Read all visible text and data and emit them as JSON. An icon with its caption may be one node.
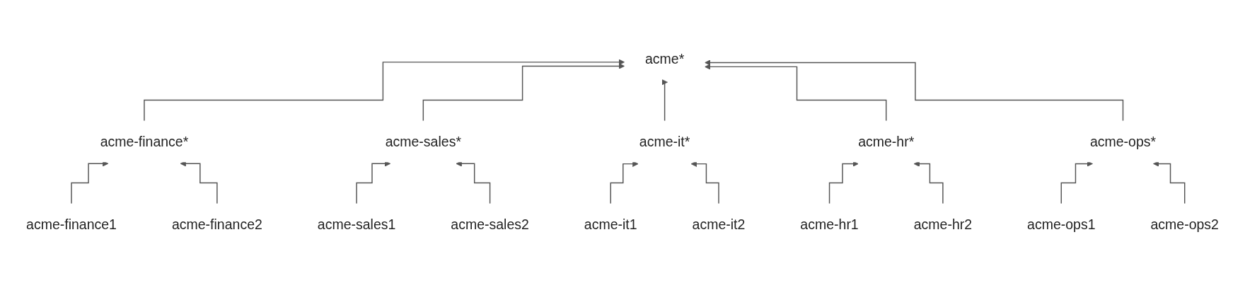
{
  "diagram": {
    "nodes": [
      {
        "text": [
          "acme*"
        ]
      },
      {
        "text": [
          "acme-finance*"
        ]
      },
      {
        "text": [
          "acme-sales*"
        ]
      },
      {
        "text": [
          "acme-it*"
        ]
      },
      {
        "text": [
          "acme-hr*"
        ]
      },
      {
        "text": [
          "acme-ops*"
        ]
      },
      {
        "text": [
          "acme-finance1"
        ]
      },
      {
        "text": [
          "acme-finance2"
        ]
      },
      {
        "text": [
          "acme-sales1"
        ]
      },
      {
        "text": [
          "acme-sales2"
        ]
      },
      {
        "text": [
          "acme-it1"
        ]
      },
      {
        "text": [
          "acme-it2"
        ]
      },
      {
        "text": [
          "acme-hr1"
        ]
      },
      {
        "text": [
          "acme-hr2"
        ]
      },
      {
        "text": [
          "acme-ops1"
        ]
      },
      {
        "text": [
          "acme-ops2"
        ]
      }
    ],
    "edges": [
      {
        "from": 1,
        "to": 0,
        "arrow": "to"
      },
      {
        "from": 2,
        "to": 0,
        "arrow": "to"
      },
      {
        "from": 3,
        "to": 0,
        "arrow": "to"
      },
      {
        "from": 4,
        "to": 0,
        "arrow": "to"
      },
      {
        "from": 5,
        "to": 0,
        "arrow": "to"
      },
      {
        "from": 6,
        "to": 1,
        "arrow": "to"
      },
      {
        "from": 7,
        "to": 1,
        "arrow": "to"
      },
      {
        "from": 8,
        "to": 2,
        "arrow": "to"
      },
      {
        "from": 9,
        "to": 2,
        "arrow": "to"
      },
      {
        "from": 10,
        "to": 3,
        "arrow": "to"
      },
      {
        "from": 11,
        "to": 3,
        "arrow": "to"
      },
      {
        "from": 12,
        "to": 4,
        "arrow": "to"
      },
      {
        "from": 13,
        "to": 4,
        "arrow": "to"
      },
      {
        "from": 14,
        "to": 5,
        "arrow": "to"
      },
      {
        "from": 15,
        "to": 5,
        "arrow": "to"
      }
    ]
  }
}
